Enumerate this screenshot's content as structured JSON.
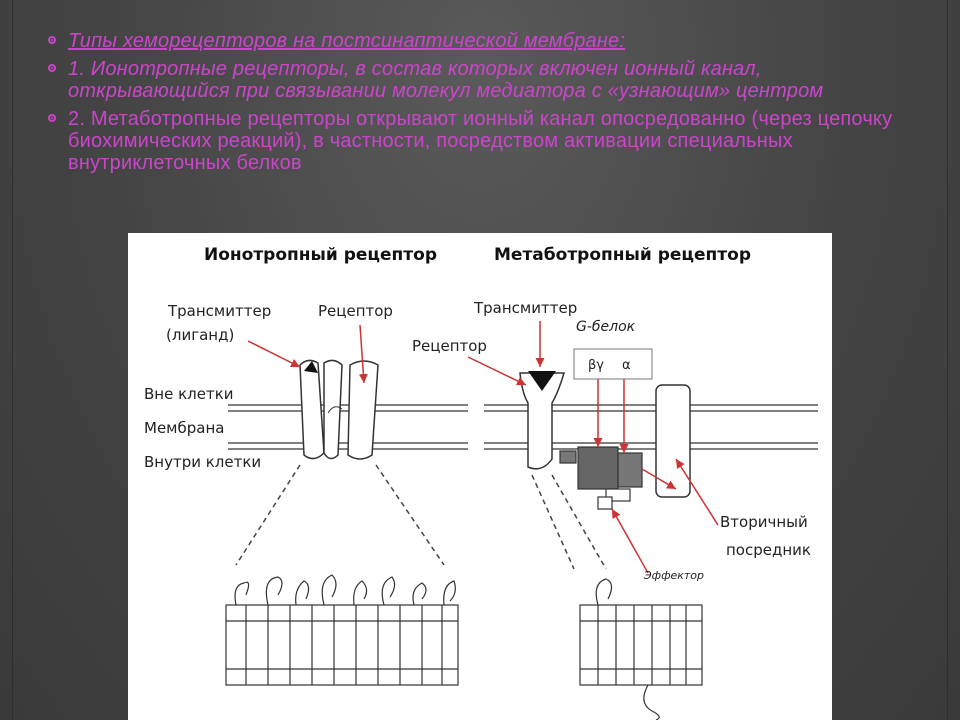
{
  "slide": {
    "bullets": [
      "Типы хеморецепторов на постсинаптической мембране:",
      "1. Ионотропные рецепторы, в состав которых включен ионный канал, открывающийся при связывании молекул медиатора с «узнающим» центром",
      "2. Метаботропные рецепторы открывают ионный канал опосредованно (через цепочку биохимических реакций), в частности, посредством активации специальных внутриклеточных белков"
    ]
  },
  "figure": {
    "title_left": "Ионотропный рецептор",
    "title_right": "Метаботропный рецептор",
    "labels": {
      "transmitter_ligand_1": "Трансмиттер",
      "transmitter_ligand_2": "(лиганд)",
      "receptor_left": "Рецептор",
      "outside": "Вне клетки",
      "membrane": "Мембрана",
      "inside": "Внутри клетки",
      "transmitter_right": "Трансмиттер",
      "g_protein": "G-белок",
      "receptor_right": "Рецептор",
      "beta_gamma": "βγ",
      "alpha": "α",
      "second_messenger_1": "Вторичный",
      "second_messenger_2": "посредник",
      "effector": "Эффектор"
    },
    "colors": {
      "arrow": "#cc3333",
      "protein": "#666666",
      "outline": "#333333"
    }
  }
}
